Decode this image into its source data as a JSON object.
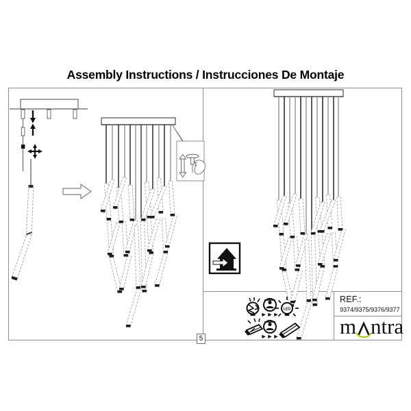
{
  "document": {
    "title": "Assembly Instructions / Instrucciones De Montaje",
    "page_number": "5",
    "sheet_type": "assembly-instruction-sheet"
  },
  "frame": {
    "left_panel_name": "exploded-assembly-view",
    "right_panel_name": "finished-product-view"
  },
  "left_panel": {
    "ceiling_plate_note": "ceiling-canopy-with-three-suspension-outlets",
    "arrows": [
      {
        "name": "cable-down-arrow",
        "direction": "down"
      },
      {
        "name": "cable-up-arrow",
        "direction": "up"
      },
      {
        "name": "cable-adjust-cross-arrow",
        "direction": "four-way"
      }
    ],
    "flow_arrow": {
      "name": "assembly-flow-arrow",
      "direction": "right"
    },
    "detail_callout": {
      "name": "cable-gripper-adjustment-detail",
      "arrow_direction": "up-down",
      "depicts": "hand-adjusting-cable-gripper"
    },
    "single_pendant_label": "single-pendant-tube-detail"
  },
  "right_panel": {
    "product_label": "assembled-chandelier",
    "indoor_icon": {
      "name": "indoor-use-icon",
      "meaning": "indoor use only"
    }
  },
  "bulb_icons": {
    "row1": [
      {
        "name": "broken-bulb-icon",
        "meaning": "broken bulb"
      },
      {
        "name": "qualified-person-icon",
        "meaning": "replace by qualified person"
      },
      {
        "name": "led-bulb-icon",
        "meaning": "LED replacement",
        "text": "LED"
      }
    ],
    "row2": [
      {
        "name": "broken-led-module-icon",
        "meaning": "broken LED module"
      },
      {
        "name": "qualified-person-icon",
        "meaning": "replace by qualified person"
      },
      {
        "name": "led-module-icon",
        "meaning": "LED module replacement"
      }
    ],
    "arrow_glyph": "►►►"
  },
  "reference": {
    "label": "REF.:",
    "codes": "9374/9375/9376/9377"
  },
  "brand": {
    "name_part1": "m",
    "name_part2": "ntra",
    "full_name": "mantra",
    "accent_color": "#A9C61B"
  },
  "colors": {
    "line": "#8e8e8e",
    "ink": "#111111",
    "cable": "#808080",
    "cable_dark": "#1a1a1a",
    "plate_fill": "#ffffff"
  }
}
